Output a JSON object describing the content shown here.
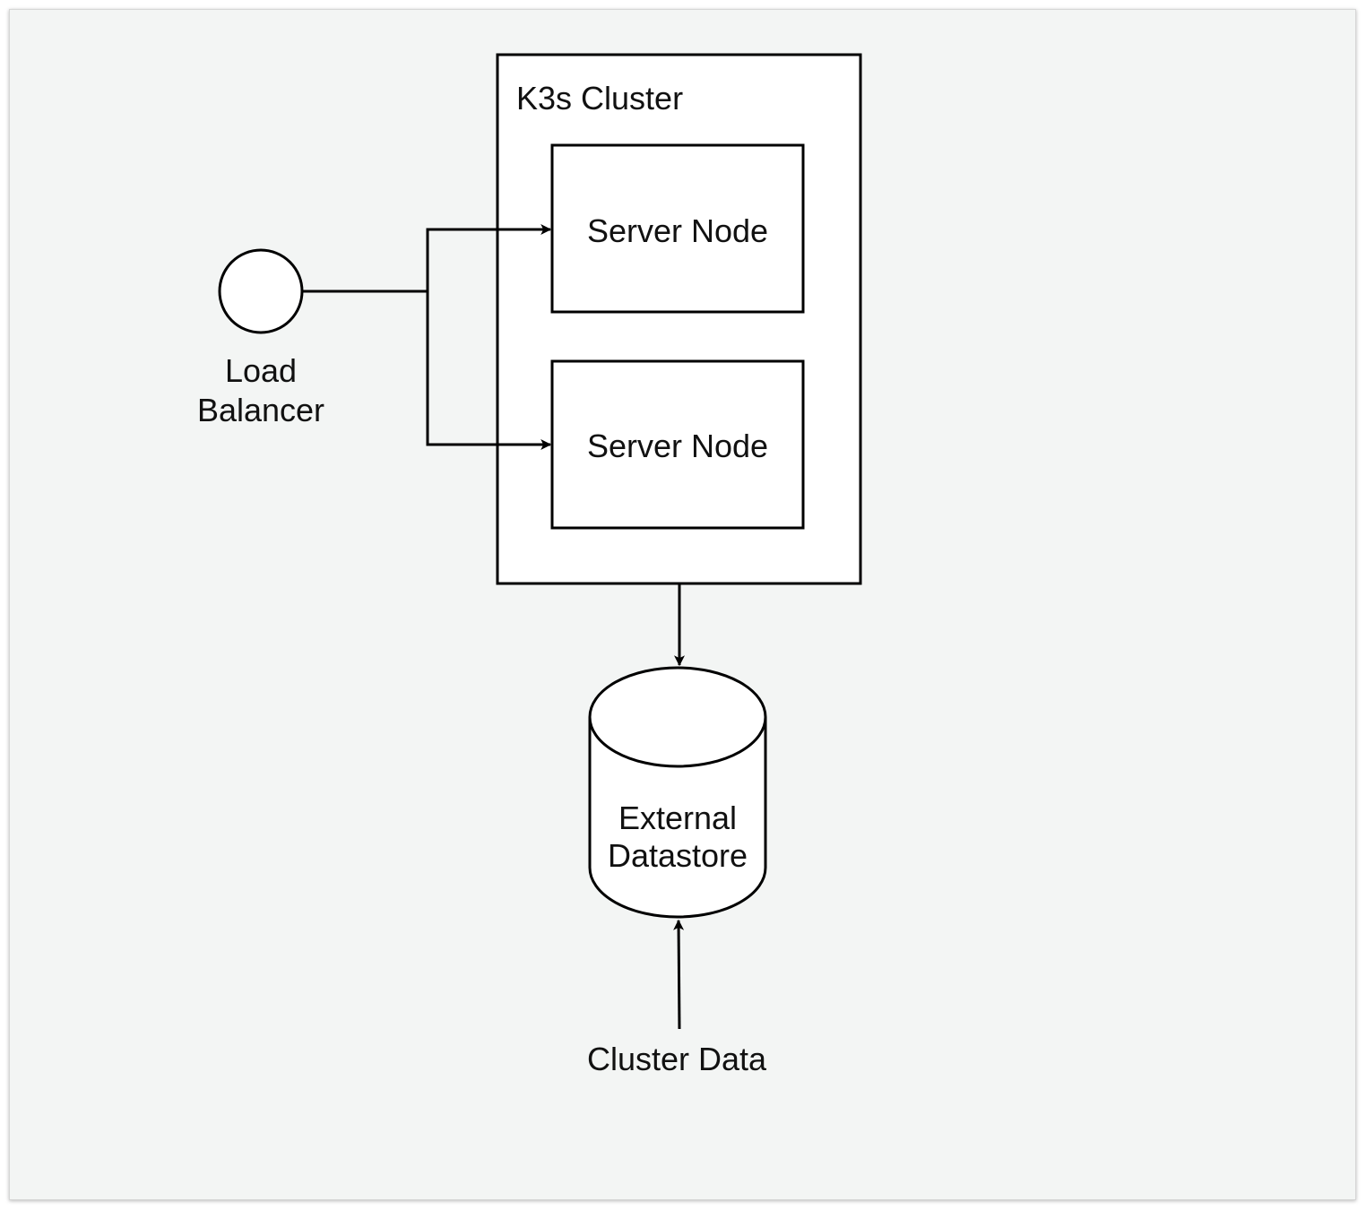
{
  "diagram": {
    "cluster": {
      "label": "K3s Cluster"
    },
    "server_nodes": [
      {
        "label": "Server Node"
      },
      {
        "label": "Server Node"
      }
    ],
    "load_balancer": {
      "label_lines": [
        "Load",
        "Balancer"
      ]
    },
    "datastore": {
      "label_lines": [
        "External",
        "Datastore"
      ]
    },
    "input": {
      "label": "Cluster Data"
    }
  }
}
